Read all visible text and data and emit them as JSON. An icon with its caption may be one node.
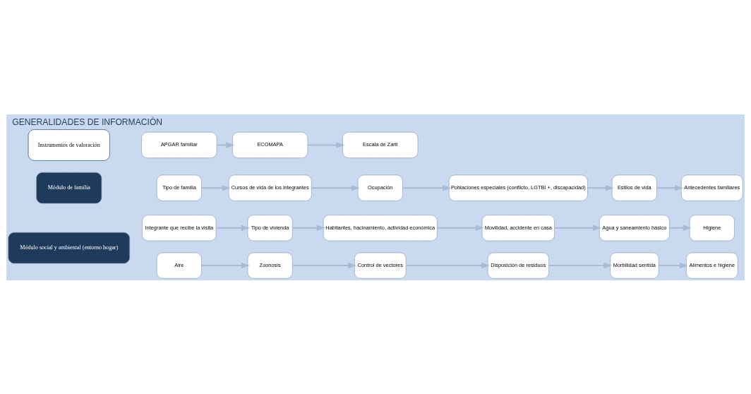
{
  "diagram": {
    "title": "GENERALIDADES DE INFORMACIÒN",
    "nodes": [
      {
        "text": [
          "Módulo social y ambiental (entorno hogar)"
        ]
      },
      {
        "text": [
          "Integrante que recibe la visita"
        ]
      },
      {
        "text": [
          "Tipo de vivienda"
        ]
      },
      {
        "text": [
          "Habitantes, hacinamiento, actividad económica"
        ]
      },
      {
        "text": [
          "Movilidad, accidente en casa"
        ]
      },
      {
        "text": [
          "Agua y saneamiento básico"
        ]
      },
      {
        "text": [
          "Higiene"
        ]
      },
      {
        "text": [
          "Aire"
        ]
      },
      {
        "text": [
          "Zoonosis"
        ]
      },
      {
        "text": [
          "Control de vectores"
        ]
      },
      {
        "text": [
          "Disposición de residuos"
        ]
      },
      {
        "text": [
          "Morbilidad sentida"
        ]
      },
      {
        "text": [
          "Alimentos e higiene"
        ]
      },
      {
        "text": [
          "Módulo de familia"
        ]
      },
      {
        "text": [
          "Tipo de familia"
        ]
      },
      {
        "text": [
          "Cursos de vida de los integrantes"
        ]
      },
      {
        "text": [
          "Ocupaciòn"
        ]
      },
      {
        "text": [
          "Poblaciones especiales (conflicto, LGTBI +, discapacidad)"
        ]
      },
      {
        "text": [
          "Estilos de vida"
        ]
      },
      {
        "text": [
          "Antecedentes familiares"
        ]
      },
      {
        "text": [
          "Instrumentos de valoración"
        ]
      },
      {
        "text": [
          "APGAR familiar"
        ]
      },
      {
        "text": [
          "ECOMAPA"
        ]
      },
      {
        "text": [
          "Escala de Zarit"
        ]
      }
    ],
    "edges": [
      {
        "from": 1,
        "to": 2,
        "arrow": "to"
      },
      {
        "from": 2,
        "to": 3,
        "arrow": "to"
      },
      {
        "from": 3,
        "to": 4,
        "arrow": "to"
      },
      {
        "from": 4,
        "to": 5,
        "arrow": "to"
      },
      {
        "from": 5,
        "to": 6,
        "arrow": "to"
      },
      {
        "from": 7,
        "to": 8,
        "arrow": "to"
      },
      {
        "from": 8,
        "to": 9,
        "arrow": "to"
      },
      {
        "from": 9,
        "to": 10,
        "arrow": "to"
      },
      {
        "from": 10,
        "to": 11,
        "arrow": "to"
      },
      {
        "from": 11,
        "to": 12,
        "arrow": "to"
      },
      {
        "from": 14,
        "to": 15,
        "arrow": "to"
      },
      {
        "from": 15,
        "to": 16,
        "arrow": "to"
      },
      {
        "from": 16,
        "to": 17,
        "arrow": "to"
      },
      {
        "from": 17,
        "to": 18,
        "arrow": "to"
      },
      {
        "from": 18,
        "to": 19,
        "arrow": "to"
      },
      {
        "from": 21,
        "to": 22,
        "arrow": "to"
      },
      {
        "from": 22,
        "to": 23,
        "arrow": "to"
      }
    ]
  }
}
